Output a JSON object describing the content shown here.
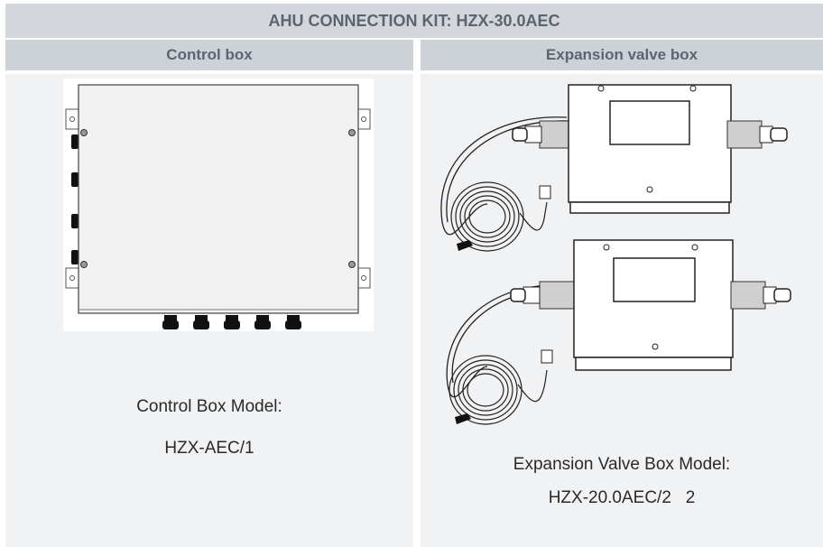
{
  "kit": {
    "title": "AHU CONNECTION KIT: HZX-30.0AEC"
  },
  "columns": {
    "control": {
      "header": "Control box",
      "model_label": "Control Box Model:",
      "model_value": "HZX-AEC/1"
    },
    "expansion": {
      "header": "Expansion valve box",
      "model_label": "Expansion Valve Box Model:",
      "model_value": "HZX-20.0AEC/2   2"
    }
  },
  "colors": {
    "title_bg": "#d3d7dc",
    "header_bg": "#cdd2d8",
    "header_text": "#5d6470",
    "body_bg": "#f1f2f4"
  }
}
